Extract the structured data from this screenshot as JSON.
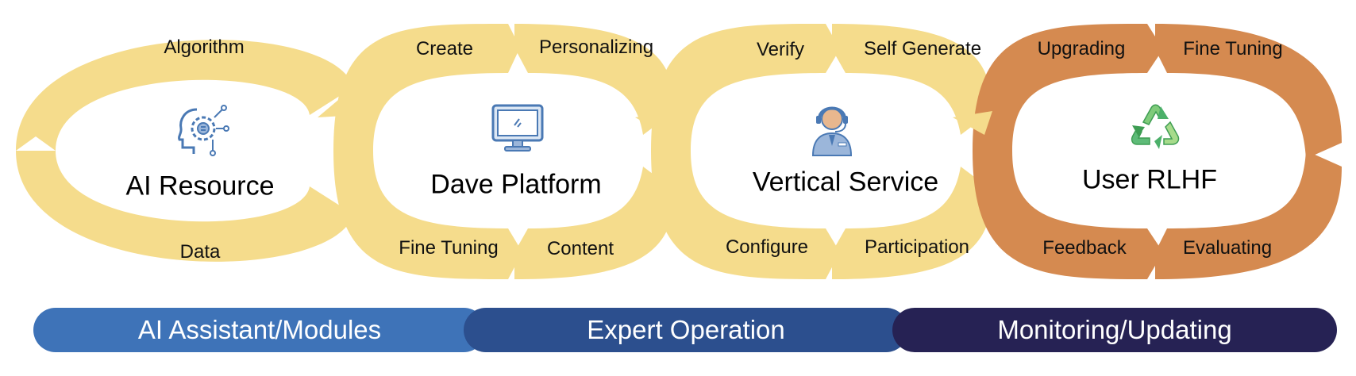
{
  "colors": {
    "ring_yellow": "#F5DC8C",
    "ring_orange": "#D58A50",
    "pill_1": "#3E73B8",
    "pill_2": "#2C4F8E",
    "pill_3": "#262254",
    "icon_blue": "#4A79B4"
  },
  "stages": [
    {
      "title": "AI Resource",
      "icon": "ai-brain-gear-icon",
      "labels": {
        "top": "Algorithm",
        "bottom": "Data"
      }
    },
    {
      "title": "Dave Platform",
      "icon": "monitor-icon",
      "labels": {
        "top_left": "Create",
        "top_right": "Personalizing",
        "bottom_left": "Fine Tuning",
        "bottom_right": "Content"
      }
    },
    {
      "title": "Vertical Service",
      "icon": "support-agent-icon",
      "labels": {
        "top_left": "Verify",
        "top_right": "Self Generate",
        "bottom_left": "Configure",
        "bottom_right": "Participation"
      }
    },
    {
      "title": "User RLHF",
      "icon": "recycle-icon",
      "labels": {
        "top_left": "Upgrading",
        "top_right": "Fine Tuning",
        "bottom_left": "Feedback",
        "bottom_right": "Evaluating"
      }
    }
  ],
  "phases": [
    {
      "label": "AI Assistant/Modules"
    },
    {
      "label": "Expert Operation"
    },
    {
      "label": "Monitoring/Updating"
    }
  ]
}
